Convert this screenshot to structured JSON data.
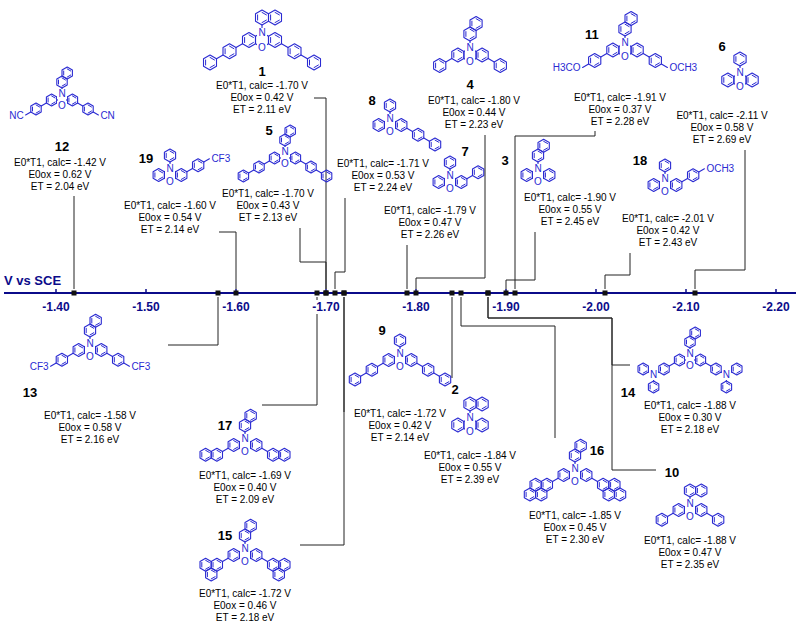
{
  "diagram": {
    "labels": [
      "1",
      "E0*T1, calc= -1.70 V",
      "E0ox = 0.42 V",
      "ET = 2.11 eV",
      "N",
      "O",
      "12",
      "E0*T1, calc= -1.42 V",
      "E0ox = 0.62 V",
      "ET = 2.04 eV",
      "N",
      "O",
      "NC",
      "CN",
      "19",
      "E0*T1, calc= -1.60 V",
      "E0ox = 0.54 V",
      "ET = 2.14 eV",
      "N",
      "O",
      "CF3",
      "5",
      "E0*T1, calc= -1.70 V",
      "E0ox = 0.43 V",
      "ET = 2.13 eV",
      "N",
      "O",
      "8",
      "E0*T1, calc= -1.71 V",
      "E0ox = 0.53 V",
      "ET = 2.24 eV",
      "N",
      "O",
      "7",
      "E0*T1, calc= -1.79 V",
      "E0ox = 0.47 V",
      "ET = 2.26 eV",
      "N",
      "O",
      "4",
      "E0*T1, calc= -1.80 V",
      "E0ox = 0.44 V",
      "ET = 2.23 eV",
      "N",
      "O",
      "3",
      "E0*T1, calc= -1.90 V",
      "E0ox = 0.55 V",
      "ET = 2.45 eV",
      "N",
      "O",
      "11",
      "E0*T1, calc= -1.91 V",
      "E0ox = 0.37 V",
      "ET = 2.28 eV",
      "N",
      "O",
      "H3CO",
      "OCH3",
      "18",
      "E0*T1, calc= -2.01 V",
      "E0ox = 0.42 V",
      "ET = 2.43 eV",
      "N",
      "O",
      "OCH3",
      "6",
      "E0*T1, calc= -2.11 V",
      "E0ox = 0.58 V",
      "ET = 2.69 eV",
      "N",
      "O",
      "13",
      "E0*T1, calc= -1.58 V",
      "E0ox = 0.58 V",
      "ET = 2.16 eV",
      "N",
      "O",
      "CF3",
      "CF3",
      "17",
      "E0*T1, calc= -1.69 V",
      "E0ox = 0.40 V",
      "ET = 2.09 eV",
      "N",
      "O",
      "15",
      "E0*T1, calc= -1.72 V",
      "E0ox = 0.46 V",
      "ET = 2.18 eV",
      "N",
      "O",
      "9",
      "E0*T1, calc= -1.72 V",
      "E0ox = 0.42 V",
      "ET = 2.14 eV",
      "N",
      "O",
      "2",
      "E0*T1, calc= -1.84 V",
      "E0ox = 0.55 V",
      "ET = 2.39 eV",
      "N",
      "O",
      "16",
      "E0*T1, calc= -1.85 V",
      "E0ox = 0.45 V",
      "ET = 2.30 eV",
      "N",
      "O",
      "14",
      "E0*T1, calc= -1.88 V",
      "E0ox = 0.30 V",
      "ET = 2.18 eV",
      "N",
      "O",
      "N",
      "N",
      "10",
      "E0*T1, calc= -1.88 V",
      "E0ox = 0.47 V",
      "ET = 2.35 eV",
      "N",
      "O",
      "V vs SCE",
      "-1.40",
      "-1.50",
      "-1.60",
      "-1.70",
      "-1.80",
      "-1.90",
      "-2.00",
      "-2.10",
      "-2.20"
    ]
  }
}
